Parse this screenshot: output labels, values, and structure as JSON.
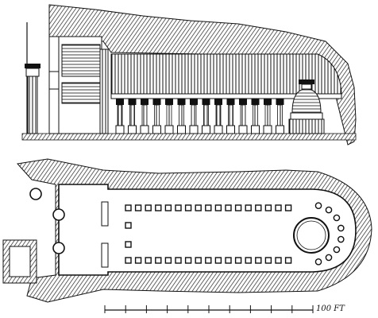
{
  "figure": {
    "kind": "architectural-drawing",
    "views": [
      "longitudinal-section",
      "ground-plan"
    ],
    "ink_color": "#111111",
    "rock_hatch_color": "#222222",
    "paper_color": "#ffffff"
  },
  "section": {
    "interior_pillar_count": 14,
    "has_stupa": true,
    "has_outer_pillar": true
  },
  "plan": {
    "north_row_pillars": 17,
    "south_row_pillars": 17,
    "apse_pillars": 8,
    "has_stupa_circle": true,
    "outer_column_count": 3
  },
  "scale_bar": {
    "label": "100 FT",
    "divisions": 10
  }
}
